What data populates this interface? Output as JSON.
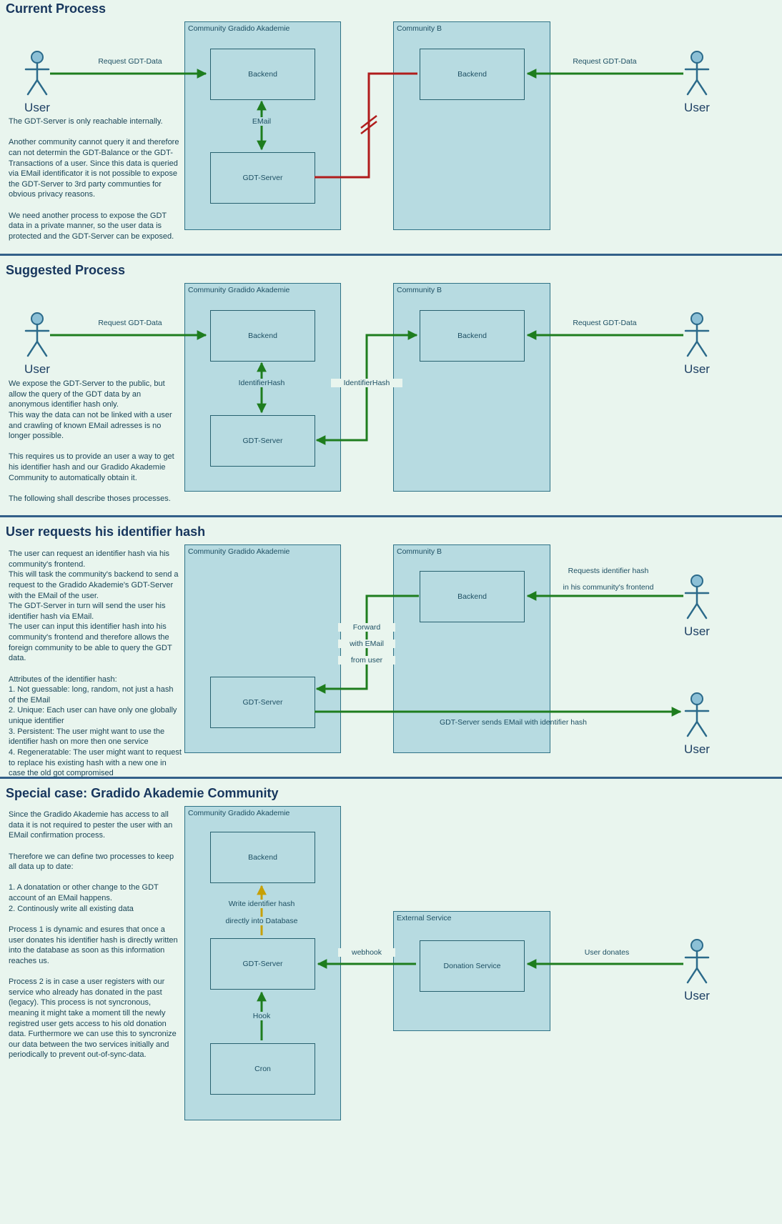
{
  "colors": {
    "background": "#e9f5ee",
    "box_fill": "#b7dbe1",
    "box_border": "#2f7286",
    "heading": "#17365d",
    "body_text": "#1a4557",
    "arrow_green": "#1e7d1e",
    "arrow_red": "#b01c1c",
    "arrow_yellow": "#c7a005",
    "divider": "#336089"
  },
  "s1": {
    "title": "Current Process",
    "user_left": "User",
    "user_right": "User",
    "arrow_request_left": "Request GDT-Data",
    "arrow_request_right": "Request GDT-Data",
    "community_a": "Community Gradido Akademie",
    "community_b": "Community B",
    "backend_a": "Backend",
    "backend_b": "Backend",
    "gdt_server": "GDT-Server",
    "email_link": "EMail",
    "description": "The GDT-Server is only reachable internally.\n\nAnother community cannot query it and therefore can not determin the GDT-Balance or the GDT-Transactions of a user. Since this data is queried via EMail identificator it is not possible to expose the GDT-Server to 3rd party communties for obvious privacy reasons.\n\nWe need another process to expose the GDT data in a private manner, so the user data is protected and the GDT-Server can be exposed."
  },
  "s2": {
    "title": "Suggested Process",
    "user_left": "User",
    "user_right": "User",
    "arrow_request_left": "Request GDT-Data",
    "arrow_request_right": "Request GDT-Data",
    "community_a": "Community Gradido Akademie",
    "community_b": "Community B",
    "backend_a": "Backend",
    "backend_b": "Backend",
    "gdt_server": "GDT-Server",
    "hash_link_inner": "IdentifierHash",
    "hash_link_outer": "IdentifierHash",
    "description": "We expose the GDT-Server to the public, but allow the query of the GDT data by an anonymous identifier hash only.\nThis way the data can not be linked with a user and crawling of known EMail adresses is no longer possible.\n\nThis requires us to provide an user a way to get his identifier hash and our Gradido Akademie Community to automatically obtain it.\n\nThe following shall describe thoses processes."
  },
  "s3": {
    "title": "User requests his identifier hash",
    "community_a": "Community Gradido Akademie",
    "community_b": "Community B",
    "backend_b": "Backend",
    "gdt_server": "GDT-Server",
    "user_top": "User",
    "user_bottom": "User",
    "request_line1": "Requests identifier hash",
    "request_line2": "in his community's frontend",
    "forward_line1": "Forward",
    "forward_line2": "with EMail",
    "forward_line3": "from user",
    "sends_label": "GDT-Server sends EMail with identifier hash",
    "description": "The user can request an identifier hash via his community's frontend.\nThis will task the community's backend to send a request to the Gradido Akademie's GDT-Server with the EMail of the user.\nThe GDT-Server in turn will send the user his identifier hash via EMail.\nThe user can input this identifier hash into his community's frontend and therefore allows the foreign community to be able to query the GDT data.\n\nAttributes of the identifier hash:\n1. Not guessable: long, random, not just a hash of the EMail\n2. Unique: Each user can have only one globally unique identifier\n3. Persistent: The user might want to use the identifier hash on more then one service\n4. Regeneratable: The user might want to request to replace his existing hash with a new one in case the old got compromised"
  },
  "s4": {
    "title": "Special case: Gradido Akademie Community",
    "community_a": "Community Gradido Akademie",
    "backend": "Backend",
    "gdt_server": "GDT-Server",
    "cron": "Cron",
    "hook_link": "Hook",
    "write_line1": "Write identifier hash",
    "write_line2": "directly into Database",
    "external_service": "External Service",
    "donation_service": "Donation Service",
    "webhook_label": "webhook",
    "user_donates": "User donates",
    "user": "User",
    "description": "Since the Gradido Akademie has access to all data it is not required to pester the user with an EMail confirmation process.\n\nTherefore we can define two processes to keep all data up to date:\n\n1. A donatation or other change to the GDT account of an EMail happens.\n2. Continously write all existing data\n\nProcess 1 is dynamic and esures that once a user donates his identifier hash is directly written into the database as soon as this information reaches us.\n\nProcess 2 is in case a user registers with our service who already has donated in the past (legacy). This process is not syncronous, meaning it might take a moment till the newly registred user gets access to his old donation data. Furthermore we can use this to syncronize our data between the two services initially and periodically to prevent out-of-sync-data."
  }
}
